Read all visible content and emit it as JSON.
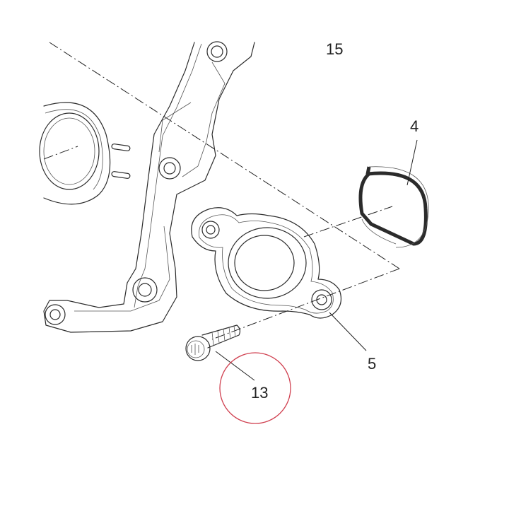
{
  "callouts": {
    "part_15": "15",
    "part_4": "4",
    "part_5": "5",
    "part_13": "13"
  },
  "highlight": {
    "target_part": "13",
    "color": "#d04050"
  },
  "colors": {
    "line": "#2b2b2b",
    "background": "#ffffff"
  }
}
